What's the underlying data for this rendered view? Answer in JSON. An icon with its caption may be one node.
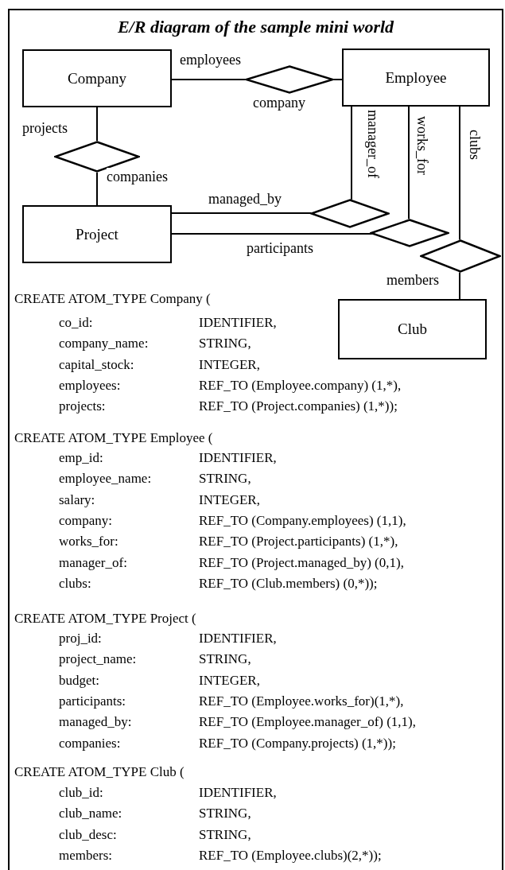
{
  "diagram": {
    "title": "E/R diagram of the sample mini world",
    "nodes": [
      {
        "text": [
          "Company"
        ]
      },
      {
        "text": [
          "Employee"
        ]
      },
      {
        "text": [
          "Project"
        ]
      },
      {
        "text": [
          "Club"
        ]
      },
      {
        "text": [],
        "shape": "diamond"
      },
      {
        "text": [],
        "shape": "diamond"
      },
      {
        "text": [],
        "shape": "diamond"
      },
      {
        "text": [],
        "shape": "diamond"
      },
      {
        "text": [],
        "shape": "diamond"
      }
    ],
    "edges": [
      {
        "from": 0,
        "to": 4,
        "arrow": "none",
        "label": "employees"
      },
      {
        "from": 4,
        "to": 1,
        "arrow": "none",
        "label": "company"
      },
      {
        "from": 0,
        "to": 5,
        "arrow": "none",
        "label": "projects"
      },
      {
        "from": 5,
        "to": 2,
        "arrow": "none",
        "label": "companies"
      },
      {
        "from": 2,
        "to": 6,
        "arrow": "none",
        "label": "managed_by"
      },
      {
        "from": 6,
        "to": 1,
        "arrow": "none",
        "label": "manager_of"
      },
      {
        "from": 2,
        "to": 7,
        "arrow": "none",
        "label": "participants"
      },
      {
        "from": 7,
        "to": 1,
        "arrow": "none",
        "label": "works_for"
      },
      {
        "from": 1,
        "to": 8,
        "arrow": "none",
        "label": "clubs"
      },
      {
        "from": 8,
        "to": 3,
        "arrow": "none",
        "label": "members"
      }
    ],
    "labels": [
      "CREATE ATOM_TYPE Company (",
      "co_id:",
      "IDENTIFIER,",
      "company_name:",
      "STRING,",
      "capital_stock:",
      "INTEGER,",
      "employees:",
      "REF_TO (Employee.company) (1,*),",
      "projects:",
      "REF_TO (Project.companies) (1,*));",
      "CREATE ATOM_TYPE Employee (",
      "emp_id:",
      "IDENTIFIER,",
      "employee_name:",
      "STRING,",
      "salary:",
      "INTEGER,",
      "company:",
      "REF_TO (Company.employees) (1,1),",
      "works_for:",
      "REF_TO (Project.participants) (1,*),",
      "manager_of:",
      "REF_TO (Project.managed_by) (0,1),",
      "clubs:",
      "REF_TO (Club.members) (0,*));",
      "CREATE ATOM_TYPE Project (",
      "proj_id:",
      "IDENTIFIER,",
      "project_name:",
      "STRING,",
      "budget:",
      "INTEGER,",
      "participants:",
      "REF_TO (Employee.works_for)(1,*),",
      "managed_by:",
      "REF_TO (Employee.manager_of) (1,1),",
      "companies:",
      "REF_TO (Company.projects) (1,*));",
      "CREATE ATOM_TYPE Club (",
      "club_id:",
      "IDENTIFIER,",
      "club_name:",
      "STRING,",
      "club_desc:",
      "STRING,",
      "members:",
      "REF_TO (Employee.clubs)(2,*));"
    ]
  }
}
